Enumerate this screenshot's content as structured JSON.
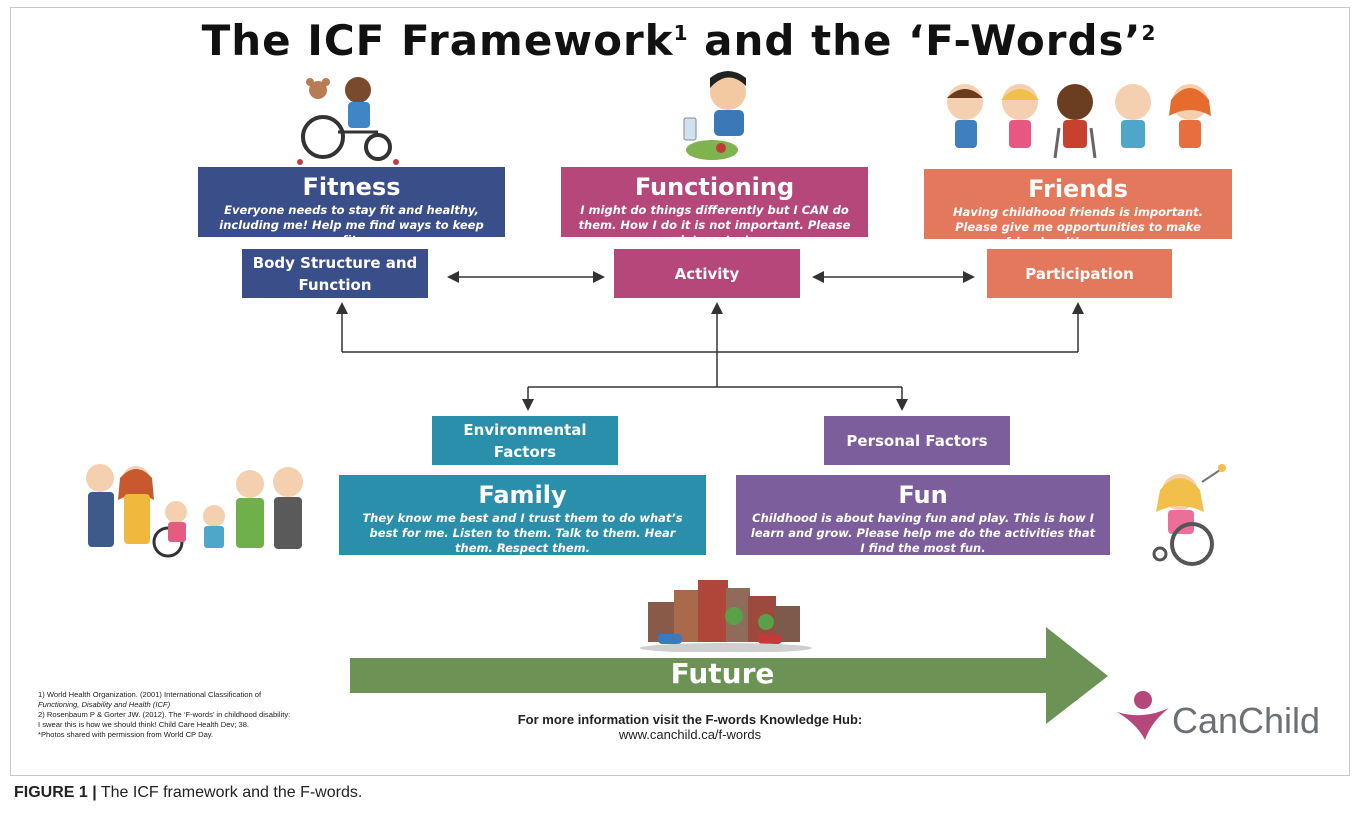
{
  "title": {
    "main": "The ICF Framework",
    "sup1": "1",
    "mid": " and the ‘F-Words’",
    "sup2": "2"
  },
  "fwords": {
    "fitness": {
      "head": "Fitness",
      "body": "Everyone needs to stay fit and healthy, including me! Help me find ways to keep fit."
    },
    "functioning": {
      "head": "Functioning",
      "body": "I might do things differently but I CAN do them. How I do it is not important. Please let me try!"
    },
    "friends": {
      "head": "Friends",
      "body": "Having childhood friends is important. Please give me opportunities to make friends with my peers."
    },
    "family": {
      "head": "Family",
      "body": "They know me best and I trust them to do what’s best for me. Listen to them. Talk to them. Hear them. Respect them."
    },
    "fun": {
      "head": "Fun",
      "body": "Childhood is about having  fun and play. This is how I learn and grow. Please help me do the activities that I find the most fun."
    },
    "future": {
      "head": "Future"
    }
  },
  "icf": {
    "body_structure": "Body Structure and Function",
    "activity": "Activity",
    "participation": "Participation",
    "environmental": "Environmental Factors",
    "personal": "Personal Factors"
  },
  "references": [
    "1) World Health Organization. (2001) International Classification of",
    "Functioning, Disability and Health (ICF)",
    "2) Rosenbaum P & Gorter JW. (2012). The ‘F-words’ in childhood disability:",
    "I swear this is how we should think! Child Care Health Dev; 38.",
    "*Photos shared with permission from World CP Day."
  ],
  "info": {
    "line1": "For more information visit the F-words Knowledge Hub:",
    "line2": "www.canchild.ca/f-words"
  },
  "logo": {
    "text": "CanChild",
    "icon": "canchild-figure-icon"
  },
  "caption": {
    "label": "FIGURE 1 |",
    "text": " The ICF framework and the F-words."
  },
  "colors": {
    "navy": "#3a4f8a",
    "magenta": "#b5477a",
    "orange": "#e4785c",
    "teal": "#2a8faa",
    "purple": "#7c5e9c",
    "green": "#6c9256"
  },
  "illustrations": [
    "child-wheelchair-dog-icon",
    "child-eating-icon",
    "children-friends-icon",
    "family-group-icon",
    "child-wheelchair-wand-icon",
    "city-buildings-icon"
  ]
}
